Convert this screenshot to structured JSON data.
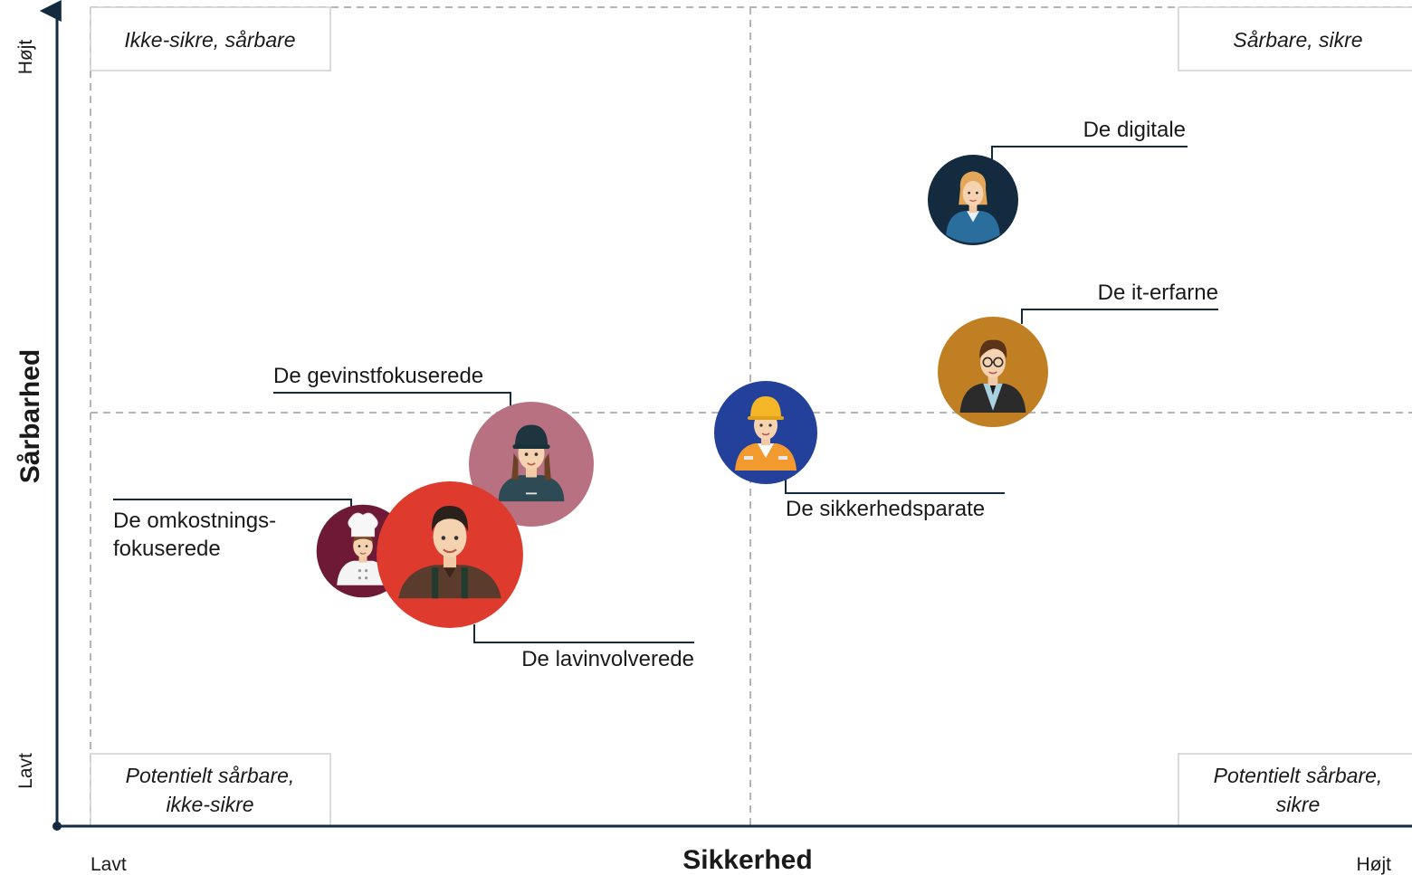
{
  "chart_data": {
    "type": "scatter",
    "xlabel": "Sikkerhed",
    "ylabel": "Sårbarhed",
    "x_low": "Lavt",
    "x_high": "Højt",
    "y_low": "Lavt",
    "y_high": "Højt",
    "quadrants": {
      "top_left": [
        "Ikke-sikre, sårbare"
      ],
      "top_right": [
        "Sårbare, sikre"
      ],
      "bottom_left": [
        "Potentielt sårbare,",
        "ikke-sikre"
      ],
      "bottom_right": [
        "Potentielt sårbare,",
        "sikre"
      ]
    },
    "segments": [
      {
        "label": [
          "De digitale"
        ],
        "color": "#142a3e",
        "person": "woman-office"
      },
      {
        "label": [
          "De it-erfarne"
        ],
        "color": "#c07f22",
        "person": "man-glasses-vest"
      },
      {
        "label": [
          "De sikkerhedsparate"
        ],
        "color": "#23409a",
        "person": "construction-worker"
      },
      {
        "label": [
          "De gevinstfokuserede"
        ],
        "color": "#b87180",
        "person": "woman-cap"
      },
      {
        "label": [
          "De omkostnings-",
          "fokuserede"
        ],
        "color": "#6e1a36",
        "person": "chef"
      },
      {
        "label": [
          "De lavinvolverede"
        ],
        "color": "#de3b2e",
        "person": "man-suspenders"
      }
    ]
  }
}
